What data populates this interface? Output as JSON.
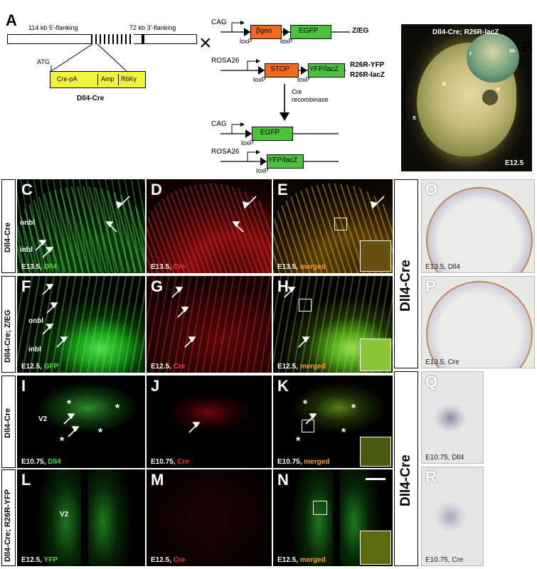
{
  "panels_upper": {
    "A": "A",
    "B": "B",
    "flank5": "114 kb 5'-flanking",
    "flank3": "72 kb 3'-flanking",
    "atg": "ATG",
    "cre_pa": "Cre-pA",
    "amp": "Amp",
    "r6k": "R6Kγ",
    "dll4_cre": "Dll4-Cre",
    "times": "×",
    "cag": "CAG",
    "bgeo": "βgeo",
    "egfp": "EGFP",
    "zeg": "Z/EG",
    "loxp": "loxP",
    "rosa26": "ROSA26",
    "stop": "STOP",
    "yfp_lacz": "YFP/lacZ",
    "r26r_yfp": "R26R-YFP",
    "r26r_lacz": "R26R-lacZ",
    "cre_recombinase_1": "Cre",
    "cre_recombinase_2": "recombinase",
    "embryo_title": "Dll4-Cre; R26R-lacZ",
    "embryo_stage": "E12.5",
    "embryo_r": "r",
    "embryo_m": "m",
    "embryo_a": "a",
    "embryo_e": "e",
    "embryo_s": "s"
  },
  "row_labels": {
    "row1": "Dll4-Cre",
    "row2": "Dll4-Cre; Z/EG",
    "row3": "Dll4-Cre",
    "row4": "Dll4-Cre; R26R-YFP",
    "side_top": "Dll4-Cre",
    "side_bottom": "Dll4-Cre"
  },
  "letters": {
    "C": "C",
    "D": "D",
    "E": "E",
    "F": "F",
    "G": "G",
    "H": "H",
    "I": "I",
    "J": "J",
    "K": "K",
    "L": "L",
    "M": "M",
    "N": "N",
    "O": "O",
    "P": "P",
    "Q": "Q",
    "R": "R"
  },
  "captions": {
    "C_stage": "E13.5,",
    "C_marker": "Dll4",
    "D_stage": "E13.5,",
    "D_marker": "Cre",
    "E_stage": "E13.5,",
    "E_marker": "merged",
    "F_stage": "E12.5,",
    "F_marker": "GFP",
    "G_stage": "E12.5,",
    "G_marker": "Cre",
    "H_stage": "E12.5,",
    "H_marker": "merged",
    "I_stage": "E10.75,",
    "I_marker": "Dll4",
    "J_stage": "E10.75,",
    "J_marker": "Cre",
    "K_stage": "E10.75,",
    "K_marker": "merged",
    "L_stage": "E12.5,",
    "L_marker": "YFP",
    "M_stage": "E12.5,",
    "M_marker": "Cre",
    "N_stage": "E12.5,",
    "N_marker": "merged",
    "O": "E13.5, Dll4",
    "P": "E13.5, Cre",
    "Q": "E10.75, Dll4",
    "R": "E10.75, Cre"
  },
  "tissue": {
    "onbl": "onbl",
    "inbl": "inbl",
    "v2": "V2",
    "asterisk": "*"
  },
  "colors": {
    "green": "#3ee03e",
    "red": "#ff3030",
    "orange": "#ff9a2a",
    "bgeo_box": "#f26b1d",
    "egfp_box": "#4cc23a",
    "cre_box": "#f5f23a"
  }
}
